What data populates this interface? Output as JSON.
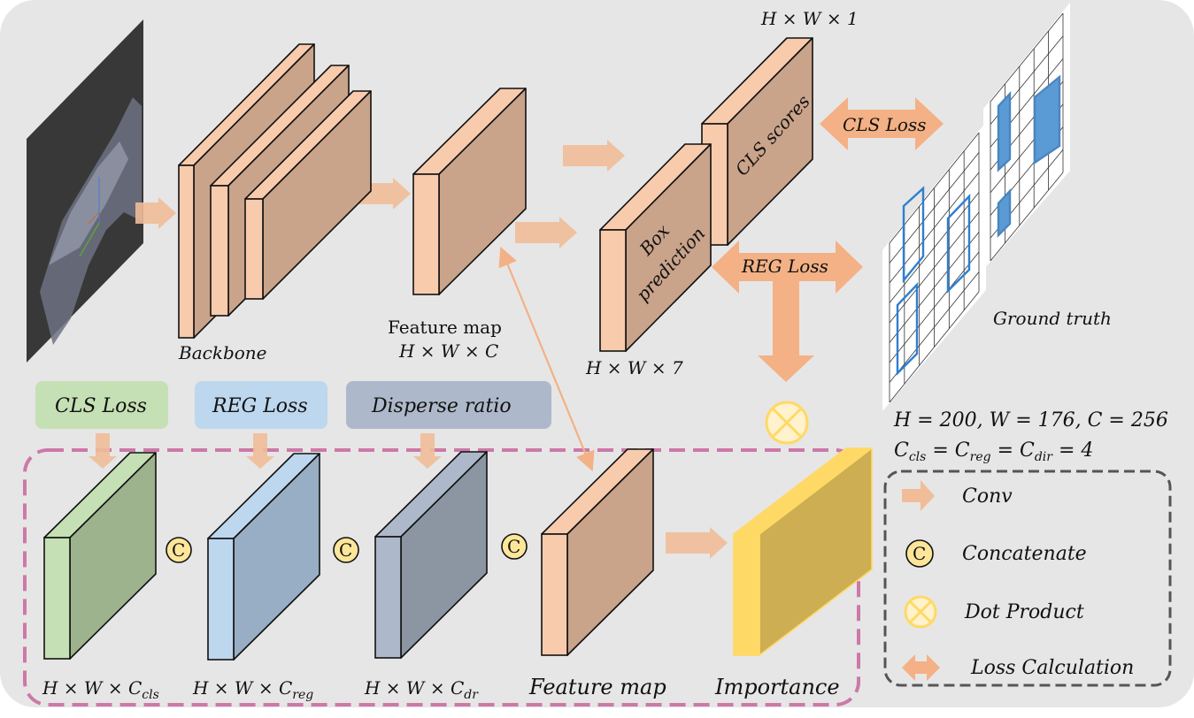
{
  "colors": {
    "background": "#e6e6e6",
    "conv_arrow": "#f0bd98",
    "loss_arrow": "#f3b185",
    "block_front": "#f8cbad",
    "block_side": "#c9a38a",
    "cls_box": "#c5e0b4",
    "reg_box": "#bdd7ee",
    "disperse_box": "#adb9ca",
    "dashed_border": "#cc79a7",
    "legend_border": "#555555",
    "importance_front": "#ffd966",
    "importance_side": "#cdae52",
    "gt_blue": "#2e7fd1"
  },
  "top": {
    "backbone_label": "Backbone",
    "feature_map_label": "Feature map",
    "feature_map_dims": "H × W × C",
    "cls_scores_label": "CLS scores",
    "cls_scores_dims": "H × W × 1",
    "box_prediction_label_line1": "Box",
    "box_prediction_label_line2": "prediction",
    "box_prediction_dims": "H × W × 7",
    "cls_loss_label": "CLS Loss",
    "reg_loss_label": "REG Loss",
    "ground_truth_label": "Ground truth"
  },
  "params": {
    "line1": "H = 200, W = 176, C = 256",
    "line2_prefix": "C",
    "line2_sub1": "cls",
    "line2_eq1": " = C",
    "line2_sub2": "reg",
    "line2_eq2": " = C",
    "line2_sub3": "dir",
    "line2_end": " = 4"
  },
  "bottom": {
    "inputs": [
      {
        "label": "CLS Loss"
      },
      {
        "label": "REG Loss"
      },
      {
        "label": "Disperse ratio"
      }
    ],
    "blocks": [
      {
        "dims_main": "H × W × C",
        "dims_sub": "cls"
      },
      {
        "dims_main": "H × W × C",
        "dims_sub": "reg"
      },
      {
        "dims_main": "H × W × C",
        "dims_sub": "dr"
      }
    ],
    "concat_symbol": "C",
    "feature_map_label": "Feature map",
    "importance_label": "Importance"
  },
  "legend": {
    "items": [
      {
        "icon": "conv-arrow-icon",
        "label": "Conv"
      },
      {
        "icon": "concatenate-icon",
        "label": "Concatenate",
        "symbol": "C"
      },
      {
        "icon": "dot-product-icon",
        "label": "Dot Product"
      },
      {
        "icon": "loss-calculation-icon",
        "label": "Loss Calculation"
      }
    ]
  }
}
